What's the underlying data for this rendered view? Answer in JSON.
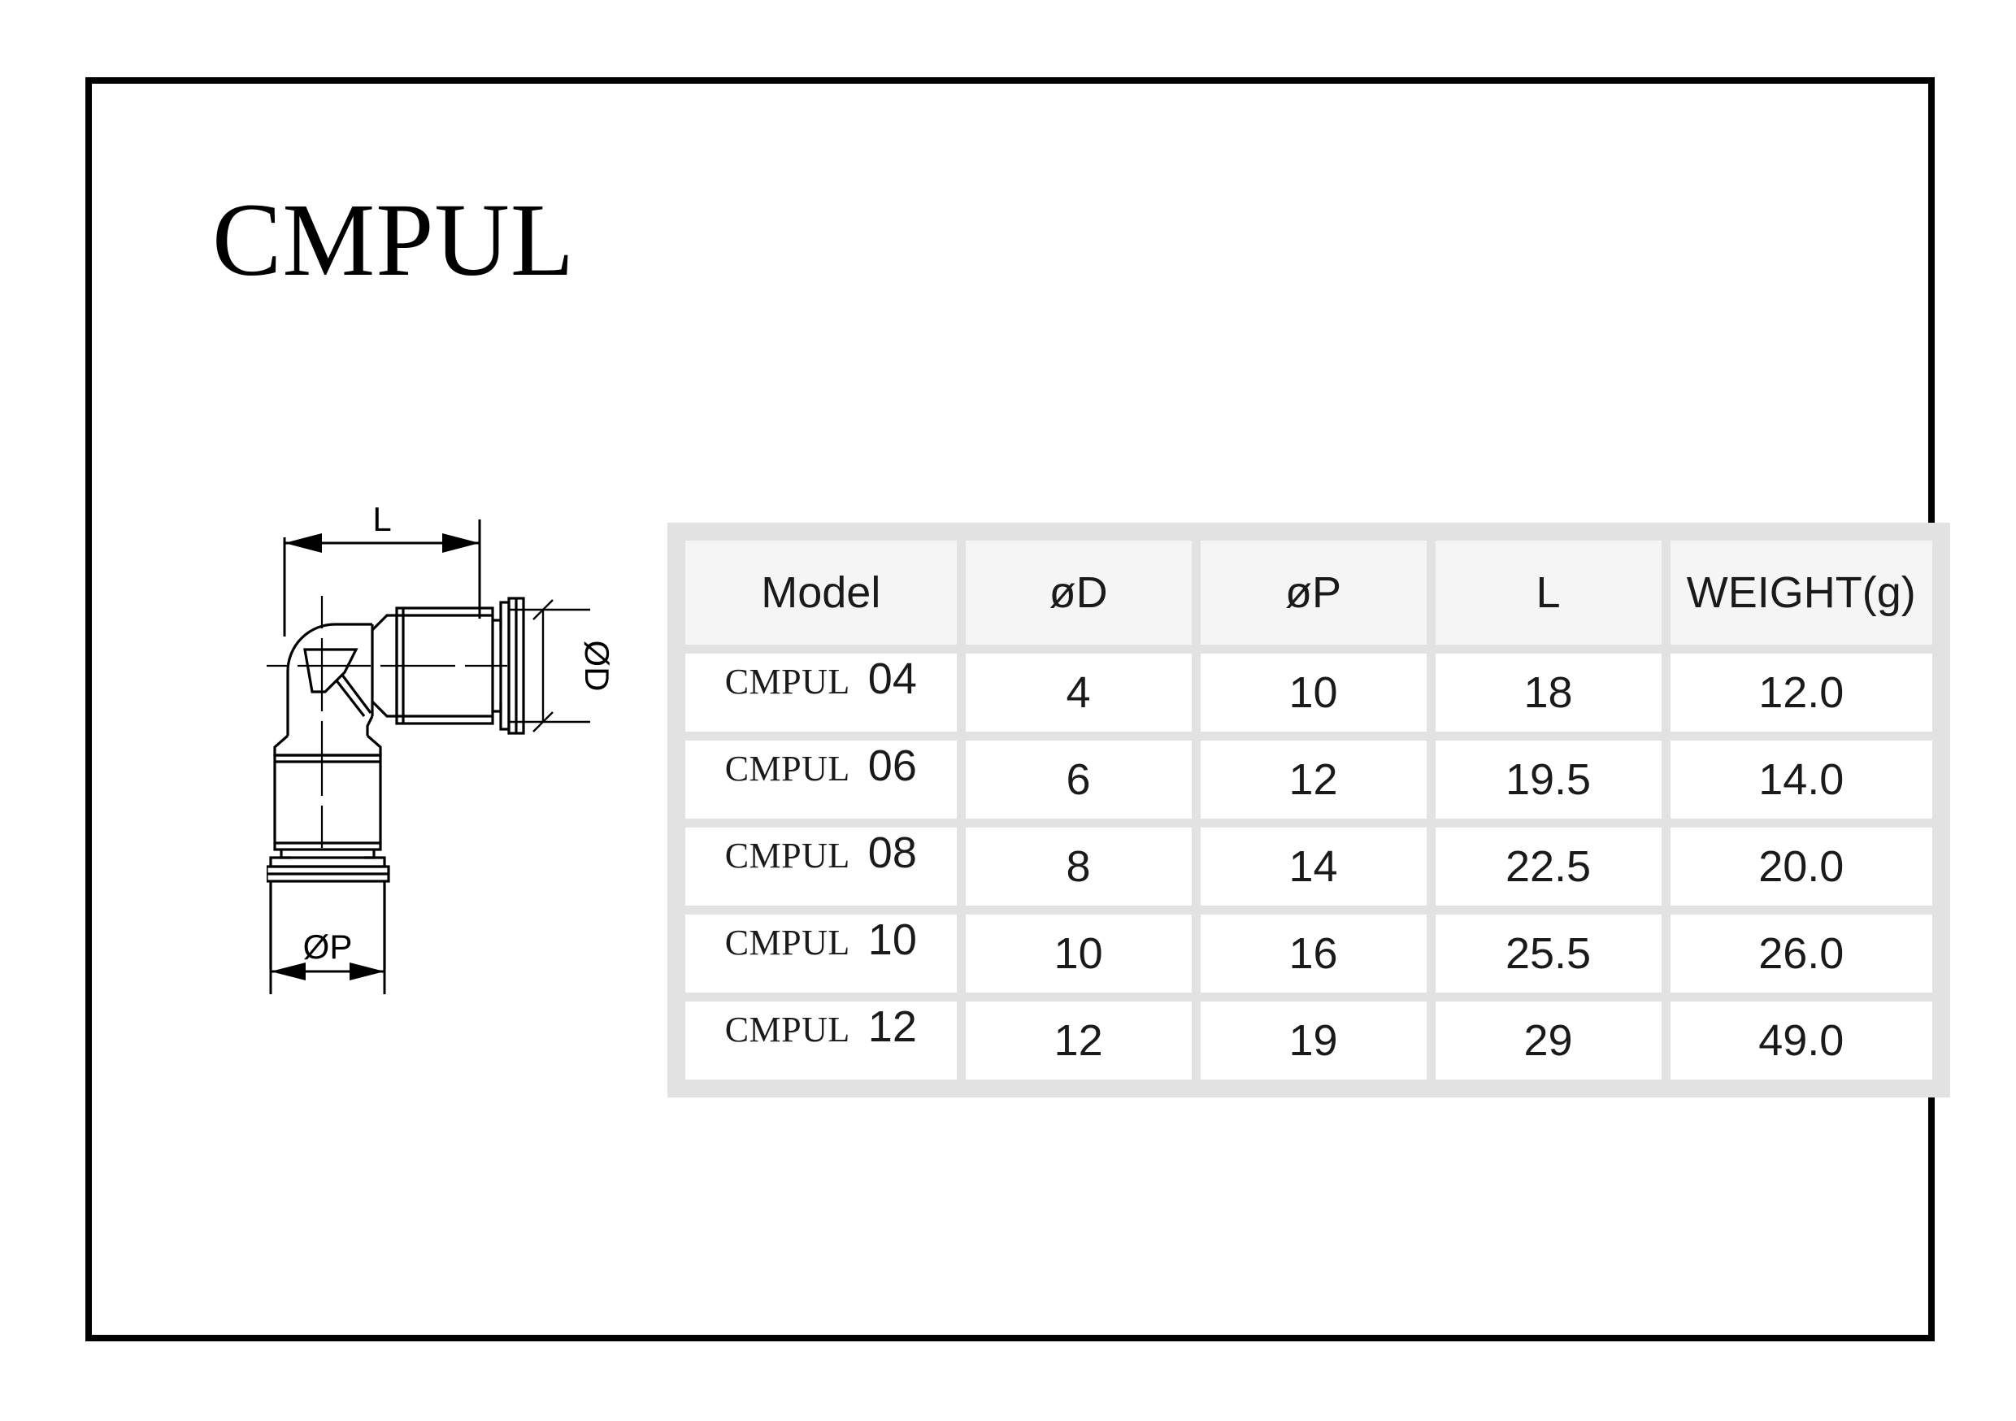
{
  "page": {
    "title": "CMPUL",
    "background_color": "#ffffff",
    "frame_color": "#000000"
  },
  "drawing": {
    "name": "elbow-union-fitting-drawing",
    "description": "90 degree push-to-connect union elbow pneumatic fitting, section view",
    "dimensions": {
      "length_label": "L",
      "tube_od_label": "ØD",
      "body_od_label": "ØP"
    }
  },
  "table": {
    "name": "specification-table",
    "header_background": "#f5f5f5",
    "cell_background": "#ffffff",
    "grid_background": "#e2e2e2",
    "columns": [
      {
        "key": "model",
        "label": "Model"
      },
      {
        "key": "d",
        "label": "øD"
      },
      {
        "key": "p",
        "label": "øP"
      },
      {
        "key": "l",
        "label": "L"
      },
      {
        "key": "weight",
        "label": "WEIGHT(g)"
      }
    ],
    "rows": [
      {
        "model_prefix": "CMPUL",
        "model_size": "04",
        "d": "4",
        "p": "10",
        "l": "18",
        "weight": "12.0"
      },
      {
        "model_prefix": "CMPUL",
        "model_size": "06",
        "d": "6",
        "p": "12",
        "l": "19.5",
        "weight": "14.0"
      },
      {
        "model_prefix": "CMPUL",
        "model_size": "08",
        "d": "8",
        "p": "14",
        "l": "22.5",
        "weight": "20.0"
      },
      {
        "model_prefix": "CMPUL",
        "model_size": "10",
        "d": "10",
        "p": "16",
        "l": "25.5",
        "weight": "26.0"
      },
      {
        "model_prefix": "CMPUL",
        "model_size": "12",
        "d": "12",
        "p": "19",
        "l": "29",
        "weight": "49.0"
      }
    ]
  }
}
